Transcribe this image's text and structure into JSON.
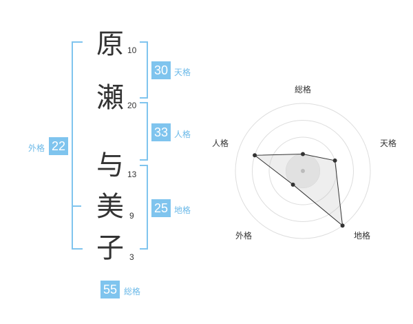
{
  "name": {
    "characters": [
      {
        "char": "原",
        "strokes": "10"
      },
      {
        "char": "瀬",
        "strokes": "20"
      },
      {
        "char": "与",
        "strokes": "13"
      },
      {
        "char": "美",
        "strokes": "9"
      },
      {
        "char": "子",
        "strokes": "3"
      }
    ]
  },
  "kaku": {
    "tenkaku": {
      "value": "30",
      "label": "天格"
    },
    "jinkaku": {
      "value": "33",
      "label": "人格"
    },
    "chikaku": {
      "value": "25",
      "label": "地格"
    },
    "gaikaku": {
      "value": "22",
      "label": "外格"
    },
    "soukaku": {
      "value": "55",
      "label": "総格"
    }
  },
  "colors": {
    "accent": "#7fc4ee",
    "label": "#6bb9e8",
    "text": "#333333"
  },
  "chart_data": {
    "type": "radar",
    "axes": [
      "総格",
      "天格",
      "地格",
      "外格",
      "人格"
    ],
    "max": 4,
    "rings": 4,
    "values": [
      1,
      2,
      4,
      1,
      3
    ]
  }
}
